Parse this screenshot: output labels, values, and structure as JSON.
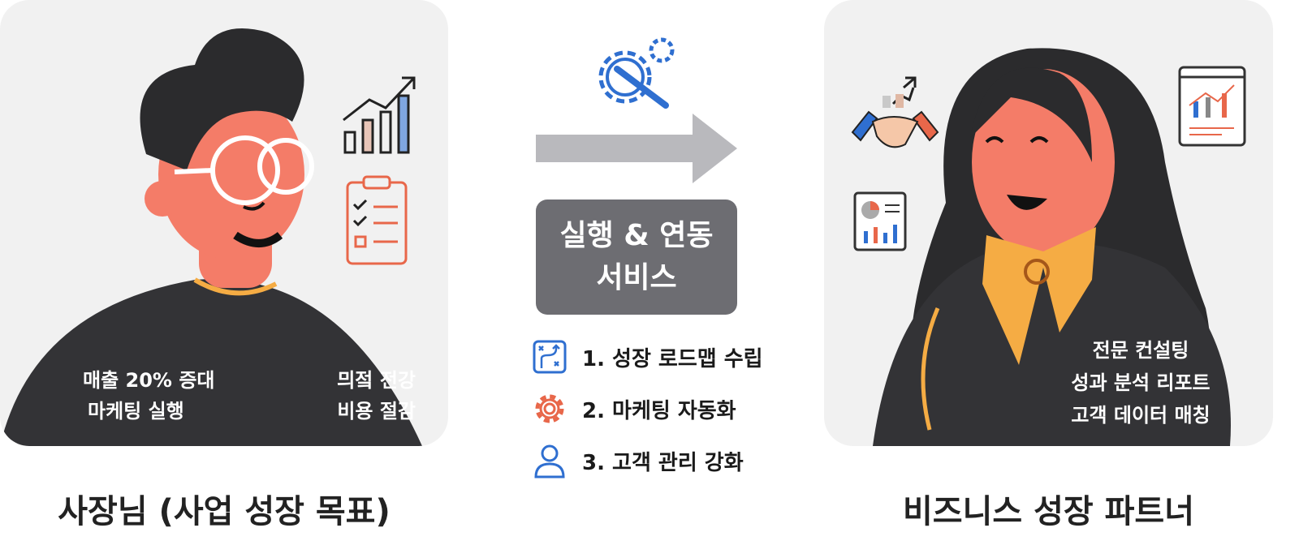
{
  "left": {
    "labels_left": [
      "매출 20% 증대",
      "마케팅 실행"
    ],
    "labels_right": [
      "믜젘 전강",
      "비용 절감"
    ],
    "title": "사장님 (사업 성장 목표)",
    "icons": [
      "growth-chart-icon",
      "checklist-icon"
    ]
  },
  "center": {
    "top_icon": "gear-wrench-icon",
    "service_box": [
      "실행 & 연동",
      "서비스"
    ],
    "steps": [
      {
        "icon": "roadmap-icon",
        "label": "1. 성장 로드맵 수립",
        "color": "#2f6fd0"
      },
      {
        "icon": "gear-icon",
        "label": "2. 마케팅 자동화",
        "color": "#e8674a"
      },
      {
        "icon": "user-icon",
        "label": "3. 고객 관리 강화",
        "color": "#2f6fd0"
      }
    ]
  },
  "right": {
    "labels": [
      "전문 컨설팅",
      "성과 분석 리포트",
      "고객 데이터 매칭"
    ],
    "title": "비즈니스 성장 파트너",
    "icons": [
      "handshake-icon",
      "report-dashboard-icon",
      "pie-chart-report-icon"
    ]
  },
  "colors": {
    "skin": "#f47c68",
    "hair": "#2b2b2d",
    "shirt": "#333336",
    "scarf": "#f5ac44",
    "blue": "#2f6fd0",
    "orange": "#e8674a",
    "arrow": "#b9b9bd",
    "box": "#6d6d72"
  }
}
